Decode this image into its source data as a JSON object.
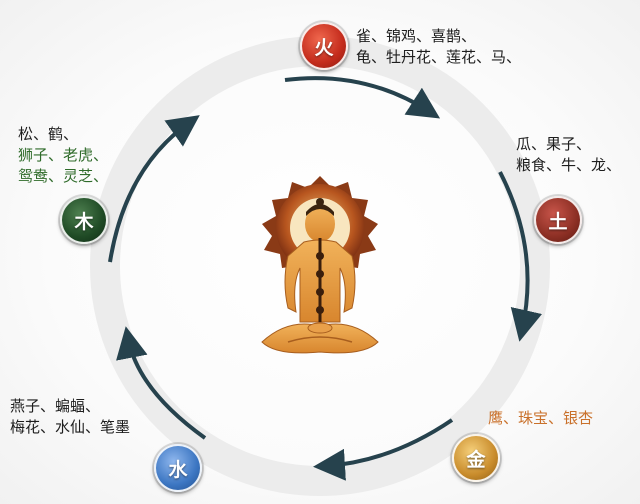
{
  "colors": {
    "ring": "#e9e9e9",
    "arrow": "#26424d",
    "fire": "#c42b1c",
    "earth": "#8c2f24",
    "metal": "#c98c2c",
    "water": "#3c76c2",
    "wood": "#1f4a25"
  },
  "elements": {
    "fire": {
      "label": "火",
      "lines": [
        "雀、锦鸡、喜鹊、",
        "龟、牡丹花、莲花、马、"
      ]
    },
    "earth": {
      "label": "土",
      "lines": [
        "瓜、果子、",
        "粮食、牛、龙、"
      ]
    },
    "metal": {
      "label": "金",
      "lines": [
        "鹰、珠宝、银杏"
      ]
    },
    "water": {
      "label": "水",
      "lines": [
        "燕子、蝙蝠、",
        "梅花、水仙、笔墨"
      ]
    },
    "wood": {
      "label": "木",
      "lines": [
        "松、鹤、",
        "狮子、老虎、",
        "鸳鸯、灵芝、"
      ]
    }
  },
  "center_figure": "meditating-figure-illustration"
}
